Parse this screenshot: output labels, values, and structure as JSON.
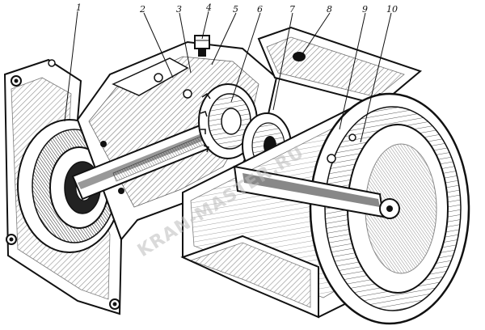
{
  "callouts": [
    "1",
    "2",
    "3",
    "4",
    "5",
    "6",
    "7",
    "8",
    "9",
    "10"
  ],
  "watermark": "KRAN-MASTER.RU",
  "colors": {
    "ink": "#111111",
    "paper": "#ffffff",
    "hatch": "#333333",
    "watermark": "#bdbdbd"
  }
}
